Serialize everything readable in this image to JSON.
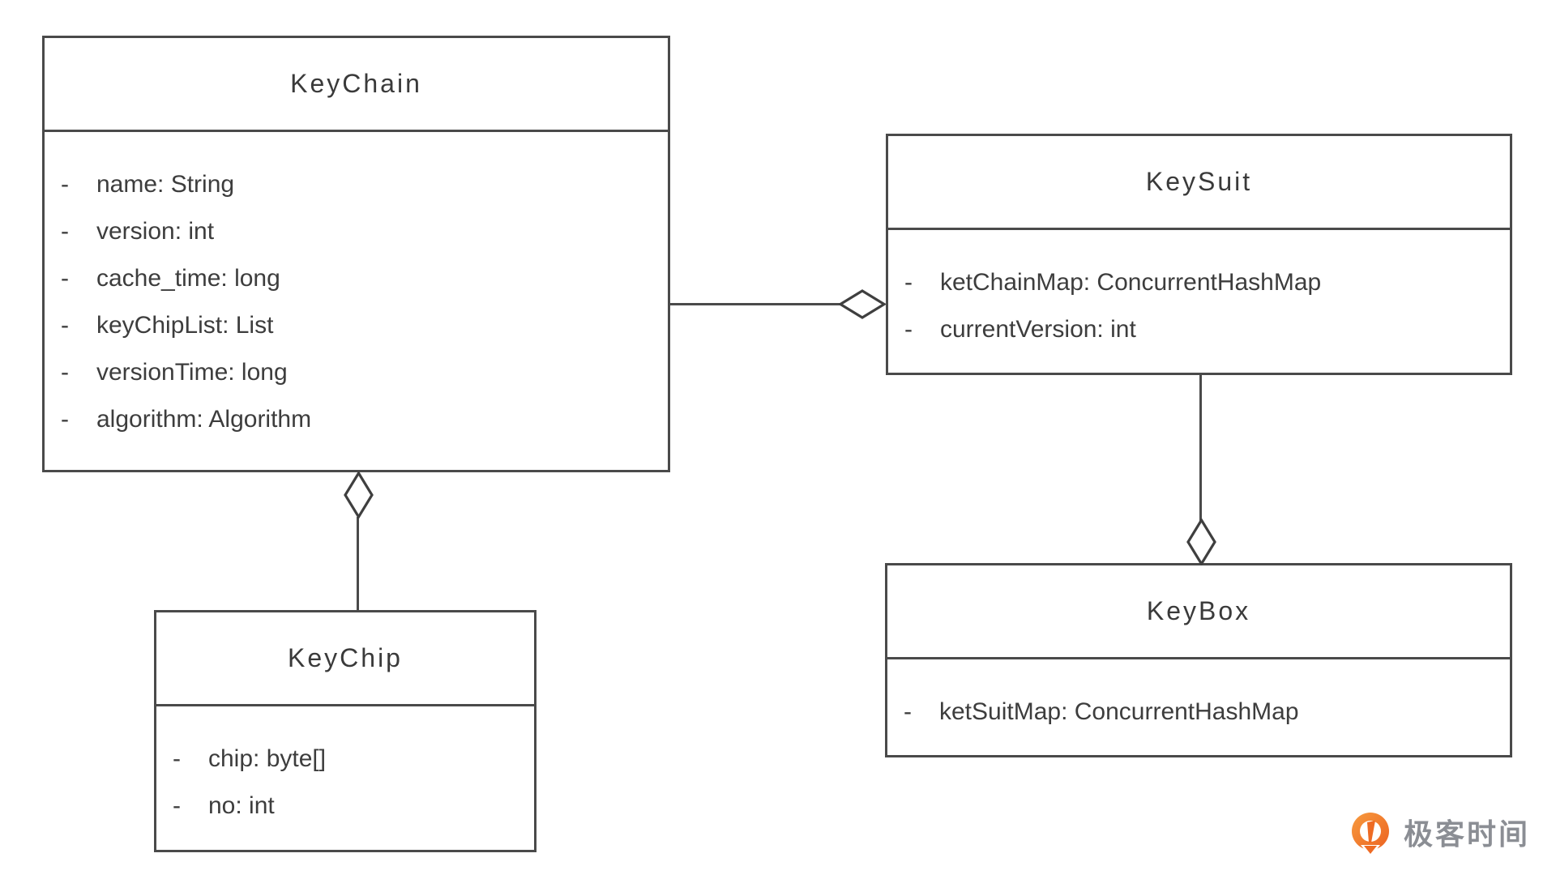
{
  "diagram": {
    "type": "uml-class-diagram",
    "classes": [
      {
        "name": "KeyChain",
        "attributes": [
          {
            "visibility": "-",
            "text": "name: String"
          },
          {
            "visibility": "-",
            "text": "version: int"
          },
          {
            "visibility": "-",
            "text": "cache_time: long"
          },
          {
            "visibility": "-",
            "text": "keyChipList: List"
          },
          {
            "visibility": "-",
            "text": "versionTime: long"
          },
          {
            "visibility": "-",
            "text": "algorithm: Algorithm"
          }
        ]
      },
      {
        "name": "KeySuit",
        "attributes": [
          {
            "visibility": "-",
            "text": "ketChainMap: ConcurrentHashMap"
          },
          {
            "visibility": "-",
            "text": "currentVersion: int"
          }
        ]
      },
      {
        "name": "KeyChip",
        "attributes": [
          {
            "visibility": "-",
            "text": "chip: byte[]"
          },
          {
            "visibility": "-",
            "text": "no: int"
          }
        ]
      },
      {
        "name": "KeyBox",
        "attributes": [
          {
            "visibility": "-",
            "text": "ketSuitMap: ConcurrentHashMap"
          }
        ]
      }
    ],
    "relationships": [
      {
        "from": "KeyChain",
        "to": "KeySuit",
        "type": "aggregation",
        "diamond_at": "KeySuit"
      },
      {
        "from": "KeyChip",
        "to": "KeyChain",
        "type": "aggregation",
        "diamond_at": "KeyChain"
      },
      {
        "from": "KeySuit",
        "to": "KeyBox",
        "type": "aggregation",
        "diamond_at": "KeyBox"
      }
    ],
    "colors": {
      "line": "#4a4a4a",
      "text": "#3d3d3d",
      "background": "#ffffff"
    }
  },
  "watermark": {
    "brand_text": "极客时间",
    "icon": "geektime-pin-icon",
    "icon_color_top": "#f79b3f",
    "icon_color_bottom": "#ec6220",
    "text_color": "#8b8e94"
  }
}
